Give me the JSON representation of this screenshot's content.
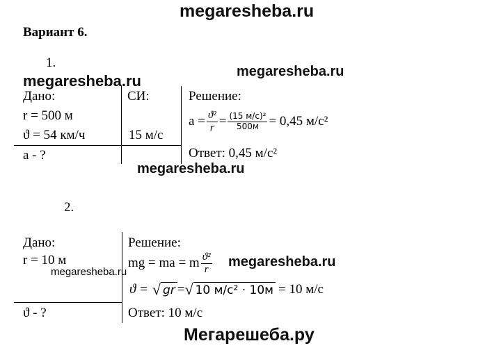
{
  "watermarks": {
    "top": "megaresheba.ru",
    "p1_left": "megaresheba.ru",
    "p1_right": "megaresheba.ru",
    "p1_bottom": "megaresheba.ru",
    "p2_formula": "megaresheba.ru",
    "p2_small": "megaresheba.ru",
    "bottom": "Мегарешеба.ру"
  },
  "title": "Вариант 6.",
  "problem1": {
    "number": "1.",
    "given_label": "Дано:",
    "given_r": "r = 500 м",
    "given_v": "ϑ = 54 км/ч",
    "find": "a - ?",
    "si_label": "СИ:",
    "si_value": "15 м/с",
    "solution_label": "Решение:",
    "formula_lhs": "a =",
    "frac1_num": "ϑ²",
    "frac1_den": "r",
    "eq1": "=",
    "frac2_num": "(15 м/с)²",
    "frac2_den": "500м",
    "formula_result": "= 0,45 м/с²",
    "answer": "Ответ: 0,45 м/с²"
  },
  "problem2": {
    "number": "2.",
    "given_label": "Дано:",
    "given_r": "r = 10 м",
    "find": "ϑ - ?",
    "solution_label": "Решение:",
    "line1_lhs": "mg = ma = m",
    "line1_frac_num": "ϑ²",
    "line1_frac_den": "r",
    "line2_lhs": "ϑ =",
    "line2_sqrt1": "gr",
    "line2_eq": "=",
    "line2_sqrt2": "10 м/с² · 10м",
    "line2_result": "= 10 м/с",
    "answer": "Ответ: 10 м/с"
  }
}
